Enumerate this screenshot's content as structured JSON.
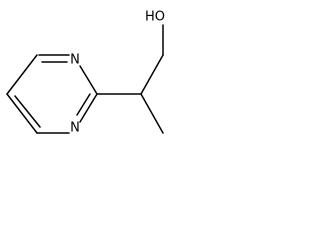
{
  "molecule": {
    "atoms": {
      "n1": "N",
      "n2": "N",
      "oh": "HO"
    }
  }
}
